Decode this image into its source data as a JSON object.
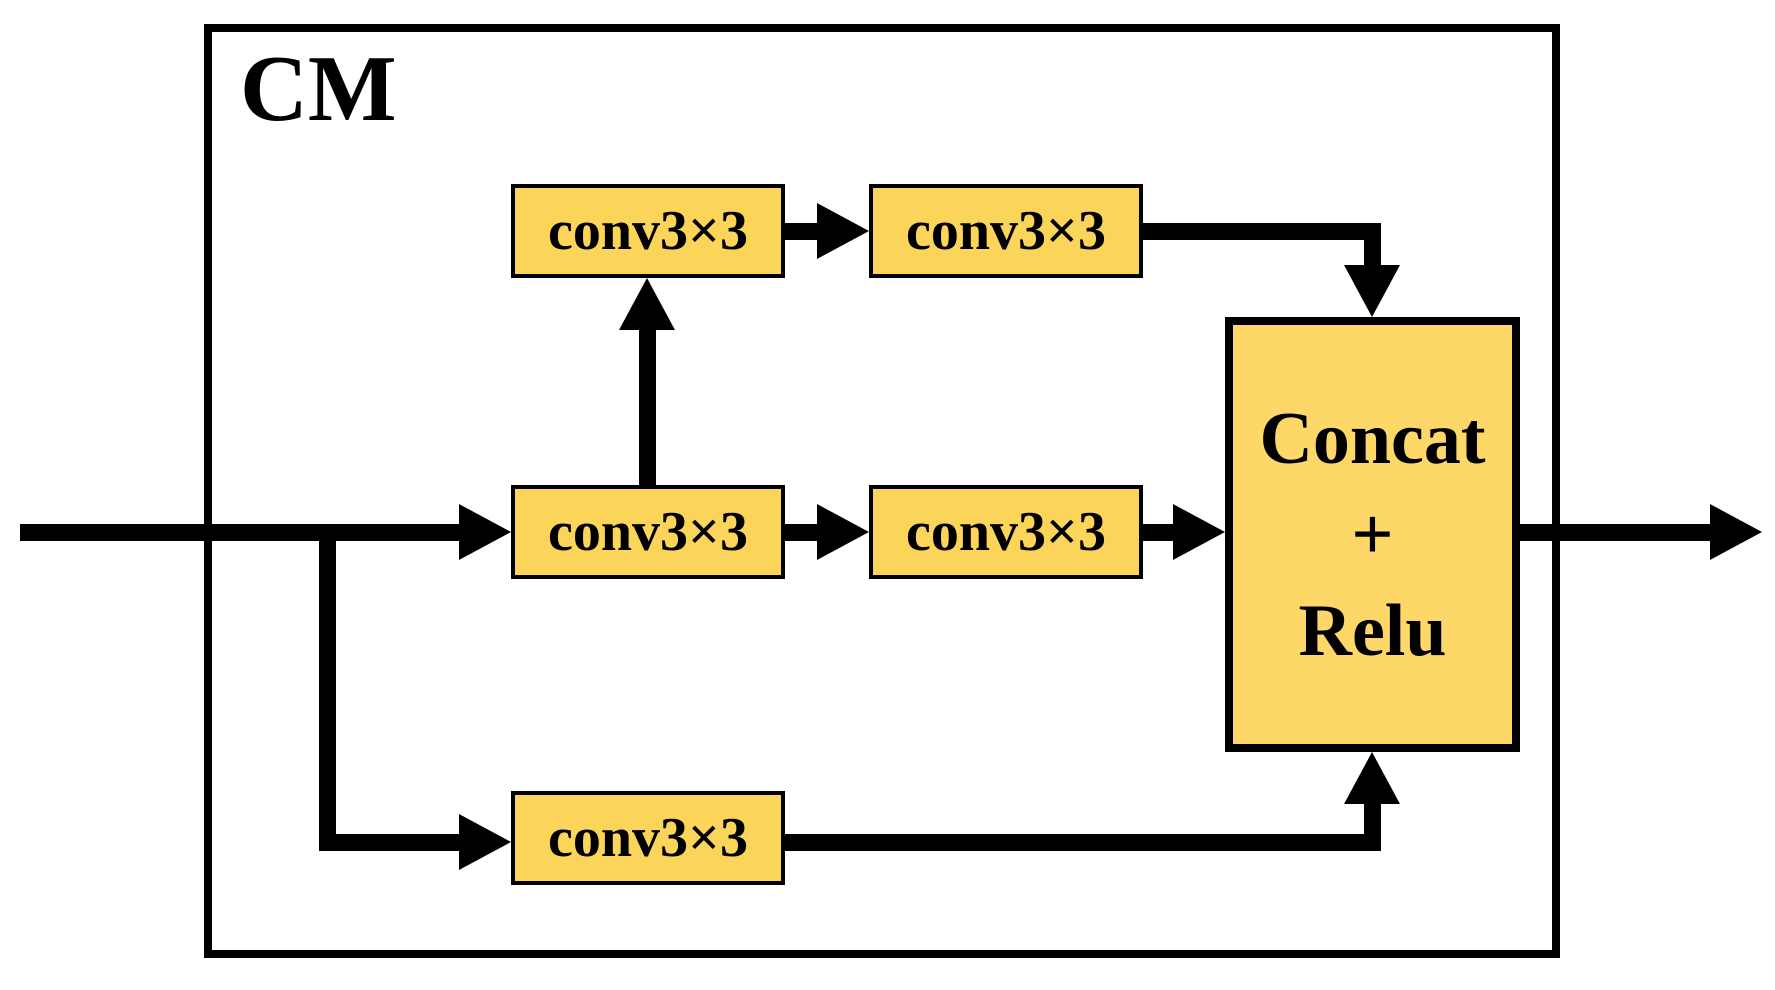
{
  "module": {
    "label": "CM"
  },
  "blocks": {
    "conv_top_left": {
      "label": "conv3×3"
    },
    "conv_top_right": {
      "label": "conv3×3"
    },
    "conv_mid_left": {
      "label": "conv3×3"
    },
    "conv_mid_right": {
      "label": "conv3×3"
    },
    "conv_bottom": {
      "label": "conv3×3"
    },
    "concat_relu": {
      "line1": "Concat",
      "line2": "+",
      "line3": "Relu"
    }
  },
  "connections": [
    {
      "from": "input",
      "to": "conv_mid_left"
    },
    {
      "from": "input",
      "to": "conv_bottom"
    },
    {
      "from": "conv_mid_left",
      "to": "conv_top_left"
    },
    {
      "from": "conv_top_left",
      "to": "conv_top_right"
    },
    {
      "from": "conv_mid_left",
      "to": "conv_mid_right"
    },
    {
      "from": "conv_top_right",
      "to": "concat_relu"
    },
    {
      "from": "conv_mid_right",
      "to": "concat_relu"
    },
    {
      "from": "conv_bottom",
      "to": "concat_relu"
    },
    {
      "from": "concat_relu",
      "to": "output"
    }
  ],
  "colors": {
    "conv_fill": "#FBD45A",
    "concat_fill": "#FDD768",
    "line": "#000000",
    "border": "#000000",
    "background": "#FFFFFF"
  }
}
